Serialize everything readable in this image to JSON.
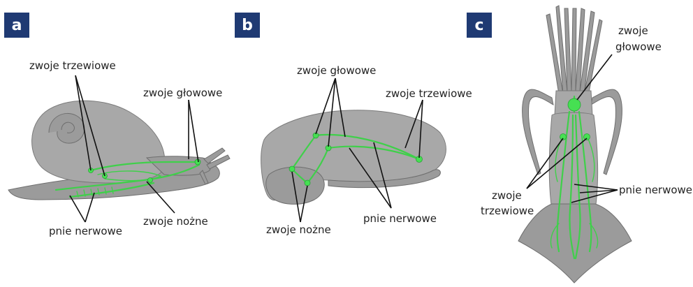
{
  "panels": [
    {
      "badge": "a",
      "labels": {
        "trzewiowe": "zwoje trzewiowe",
        "glowowe": "zwoje głowowe",
        "pnie": "pnie nerwowe",
        "nozne": "zwoje nożne"
      }
    },
    {
      "badge": "b",
      "labels": {
        "glowowe": "zwoje głowowe",
        "trzewiowe": "zwoje trzewiowe",
        "nozne": "zwoje nożne",
        "pnie": "pnie nerwowe"
      }
    },
    {
      "badge": "c",
      "labels": {
        "glowowe_1": "zwoje",
        "glowowe_2": "głowowe",
        "trzewiowe_1": "zwoje",
        "trzewiowe_2": "trzewiowe",
        "pnie": "pnie nerwowe"
      }
    }
  ],
  "colors": {
    "badge": "#1f3a73",
    "body": "#9b9b9b",
    "nerve": "#3fd04a"
  }
}
